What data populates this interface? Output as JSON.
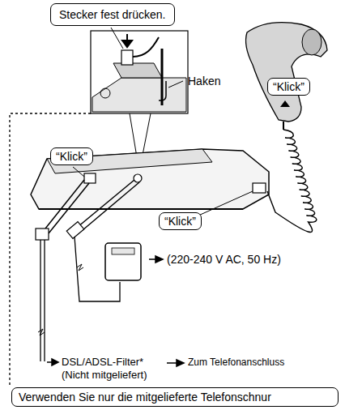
{
  "diagram": {
    "nodes": [
      {
        "text": [
          "Stecker fest drücken."
        ]
      },
      {
        "text": [
          "“Klick”"
        ]
      },
      {
        "text": [
          "“Klick”"
        ]
      },
      {
        "text": [
          "“Klick”"
        ]
      },
      {
        "text": [
          "Verwenden Sie nur die mitgelieferte Telefonschnur"
        ]
      }
    ],
    "labels": [
      "Haken",
      "(220-240 V AC, 50 Hz)",
      "DSL/ADSL-Filter*",
      "(Nicht mitgeliefert)",
      "Zum Telefonanschluss"
    ]
  }
}
